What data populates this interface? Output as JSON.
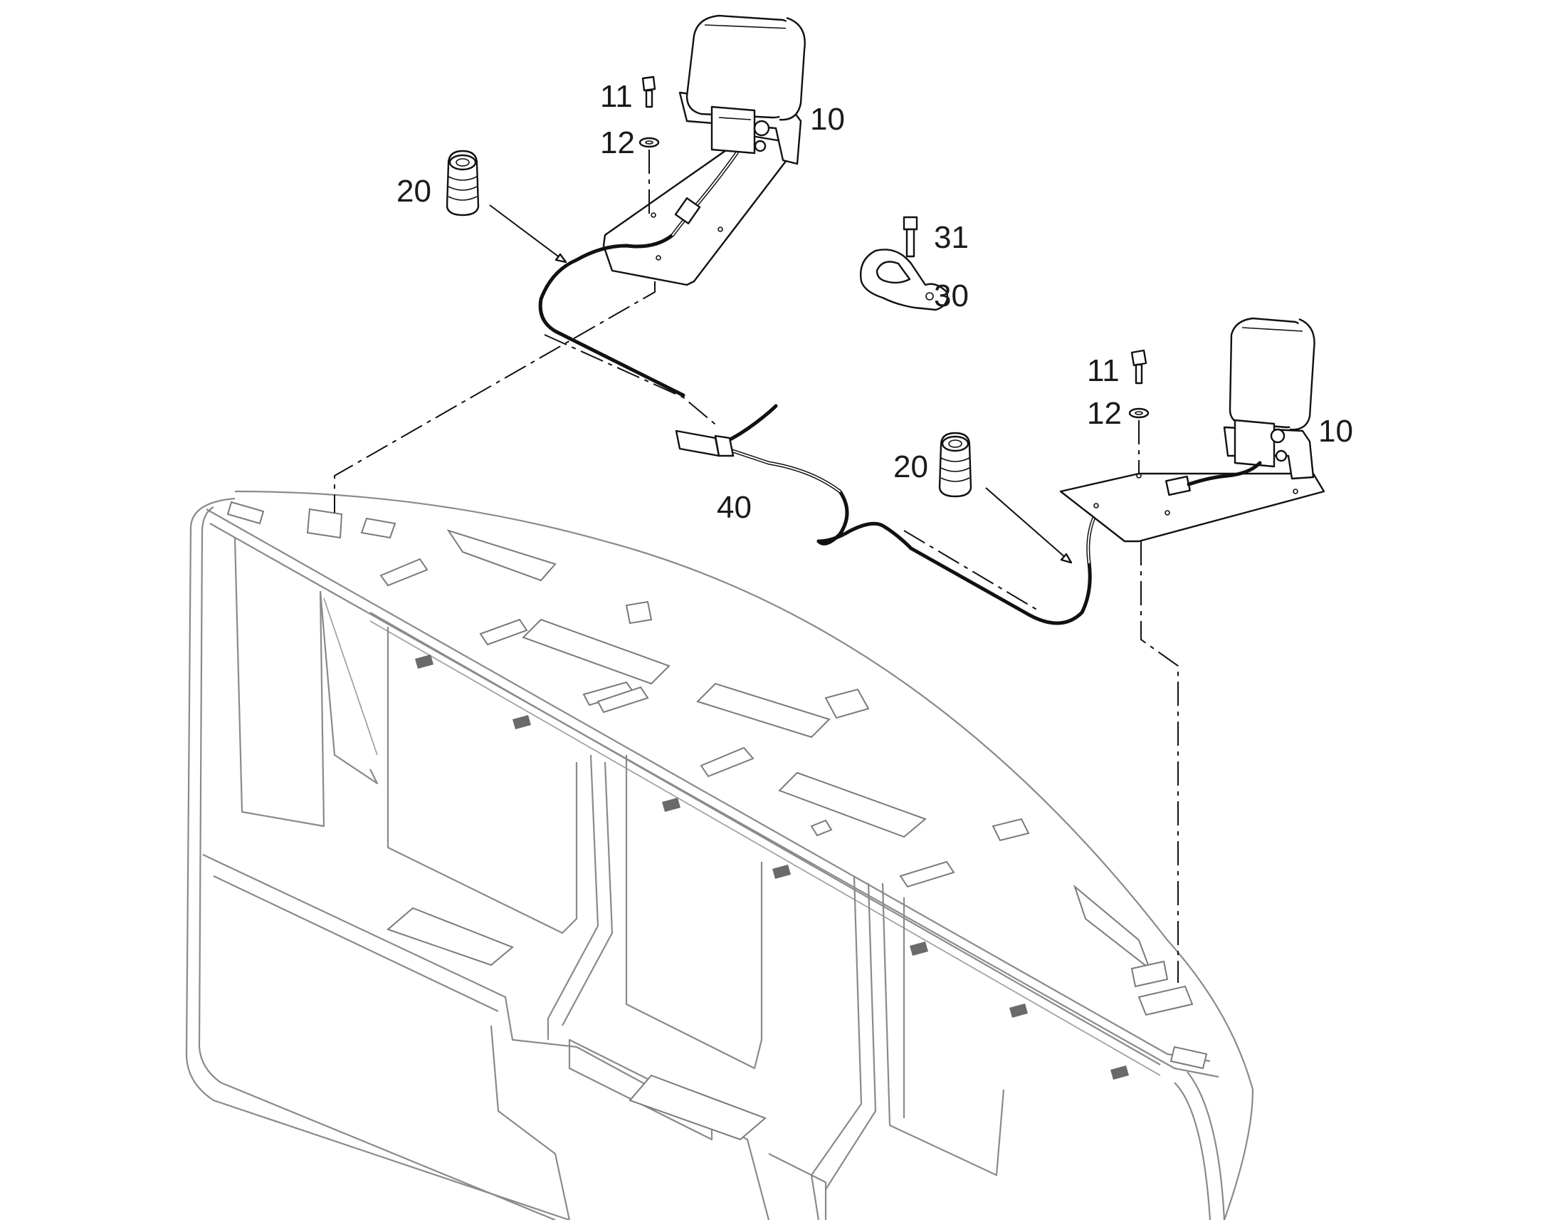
{
  "callouts": {
    "lamp_left": "10",
    "bolt_left": "11",
    "washer_left": "12",
    "grommet_left": "20",
    "lamp_right": "10",
    "bolt_right": "11",
    "washer_right": "12",
    "grommet_right": "20",
    "clamp": "30",
    "clamp_screw": "31",
    "harness": "40"
  },
  "colors": {
    "line_art": "#111111",
    "cab_outline": "#8a8a8a",
    "background": "#ffffff"
  }
}
